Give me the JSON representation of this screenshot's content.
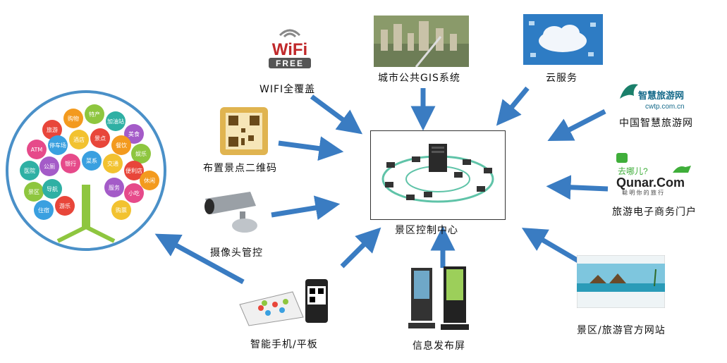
{
  "center": {
    "label": "景区控制中心"
  },
  "nodes": {
    "wifi": {
      "label": "WIFI全覆盖",
      "logo_top": "WiFi",
      "logo_bottom": "FREE"
    },
    "gis": {
      "label": "城市公共GIS系统"
    },
    "cloud": {
      "label": "云服务"
    },
    "cwtp": {
      "label": "中国智慧旅游网",
      "logo_name": "智慧旅游网",
      "logo_url": "cwtp.com.cn"
    },
    "qunar": {
      "label": "旅游电子商务门户",
      "logo_cn": "去哪儿?",
      "logo_en": "Qunar.Com",
      "logo_slogan": "聪 明 你 的 旅 行"
    },
    "official": {
      "label": "景区/旅游官方网站"
    },
    "screen": {
      "label": "信息发布屏"
    },
    "phone": {
      "label": "智能手机/平板"
    },
    "camera": {
      "label": "摄像头管控"
    },
    "qrcode": {
      "label": "布置景点二维码"
    }
  },
  "tree": {
    "bubbles": [
      "旅游",
      "购物",
      "特产",
      "加油站",
      "美食",
      "ATM",
      "停车场",
      "酒店",
      "景点",
      "餐饮",
      "娱乐",
      "医院",
      "公厕",
      "银行",
      "菜系",
      "交通",
      "便利店",
      "休闲",
      "景区",
      "导航",
      "服务",
      "小吃",
      "住宿",
      "购票",
      "游乐"
    ]
  },
  "colors": {
    "arrow": "#3a7cc2",
    "ring": "#4aa0d8",
    "tree_border": "#4a90c8"
  }
}
